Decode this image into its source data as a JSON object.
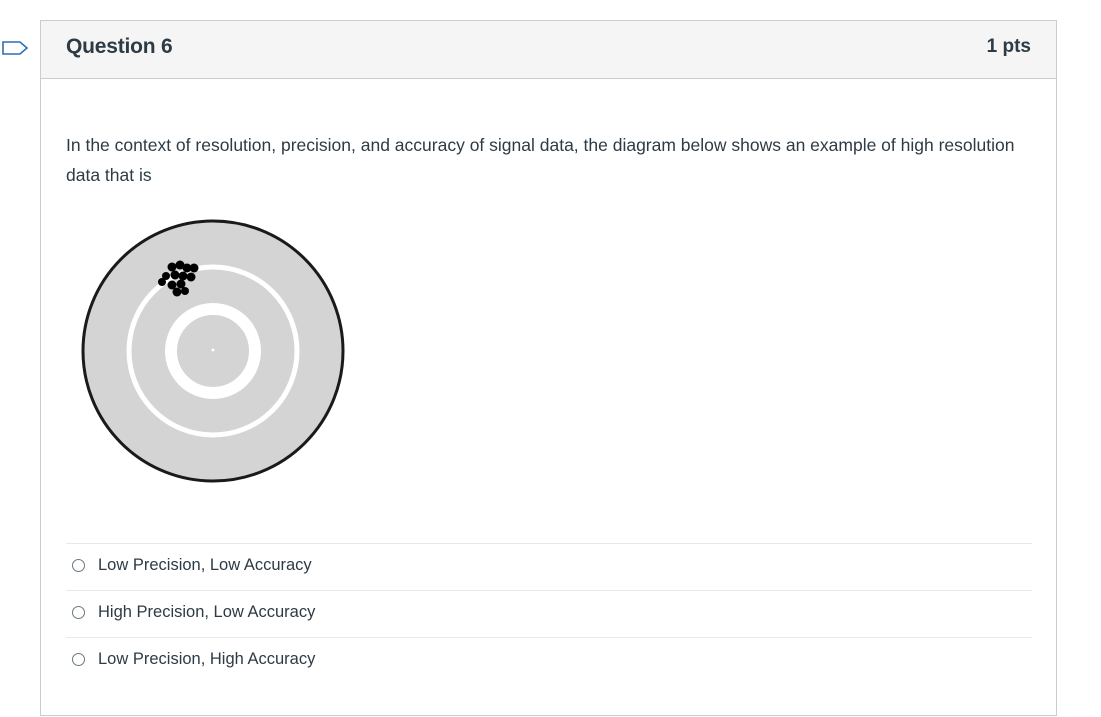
{
  "question": {
    "title": "Question 6",
    "points": "1 pts",
    "text": "In the context of resolution, precision, and accuracy of signal data, the diagram below shows an example of high resolution data that is"
  },
  "flag_icon": "flag-outline-icon",
  "answers": [
    {
      "label": "Low Precision, Low Accuracy",
      "selected": false
    },
    {
      "label": "High Precision, Low Accuracy",
      "selected": false
    },
    {
      "label": "Low Precision, High Accuracy",
      "selected": false
    }
  ],
  "colors": {
    "text": "#2d3b45",
    "header_bg": "#f5f5f5",
    "border": "#c7cdd1",
    "flag": "#2b6fb6",
    "target_fill": "#d4d4d4",
    "target_ring": "#ffffff",
    "shot": "#000000"
  }
}
